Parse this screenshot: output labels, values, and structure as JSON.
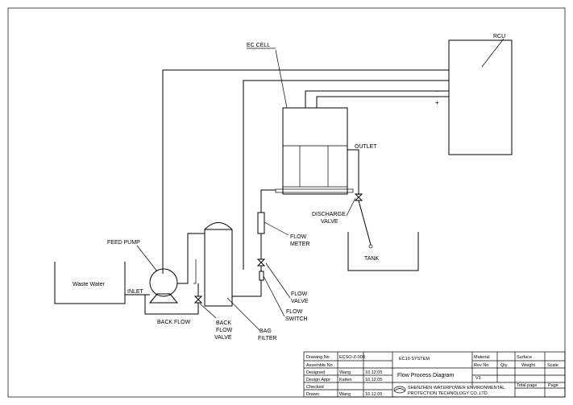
{
  "labels": {
    "ec_cell": "EC CELL",
    "rcu": "RCU",
    "minus": "−",
    "plus": "+",
    "outlet": "OUTLET",
    "discharge_valve_1": "DISCHARGE",
    "discharge_valve_2": "VALVE",
    "flow_meter_1": "FLOW",
    "flow_meter_2": "METER",
    "tank": "TANK",
    "feed_pump": "FEED PUMP",
    "waste_water": "Waste Water",
    "inlet": "INLET",
    "back_flow": "BACK FLOW",
    "back_flow_valve_1": "BACK",
    "back_flow_valve_2": "FLOW",
    "back_flow_valve_3": "VALVE",
    "bag_filter_1": "BAG",
    "bag_filter_2": "FILTER",
    "flow_valve_1": "FLOW",
    "flow_valve_2": "VALVE",
    "flow_switch_1": "FLOW",
    "flow_switch_2": "SWITCH"
  },
  "title_block": {
    "drawing_no_label": "Drawing No",
    "drawing_no_value": "ECSO-Z-008",
    "assemble_no_label": "Assemble No",
    "designed_label": "Designed",
    "designed_name": "Wang",
    "designed_date": "10.12.05",
    "design_appr_label": "Design Appr",
    "design_appr_name": "Kaiten",
    "design_appr_date": "10.12.05",
    "checked_label": "Checked",
    "drawn_label": "Drawn",
    "drawn_name": "Wang",
    "drawn_date": "10.12.05",
    "system": "EC10 SYSTEM",
    "title": "Flow Process Diagram",
    "company_1": "SHENZHEN WATERPOWER ENVIRONMENTAL",
    "company_2": "PROTECTION TECHNOLOGY CO.,LTD",
    "material_label": "Material",
    "surface_label": "Surface",
    "rev_no_label": "Rev No",
    "qty_label": "Qty",
    "weight_label": "Weight",
    "scale_label": "Scale",
    "rev_value": "V1",
    "total_page_label": "Total page",
    "page_label": "Page"
  }
}
